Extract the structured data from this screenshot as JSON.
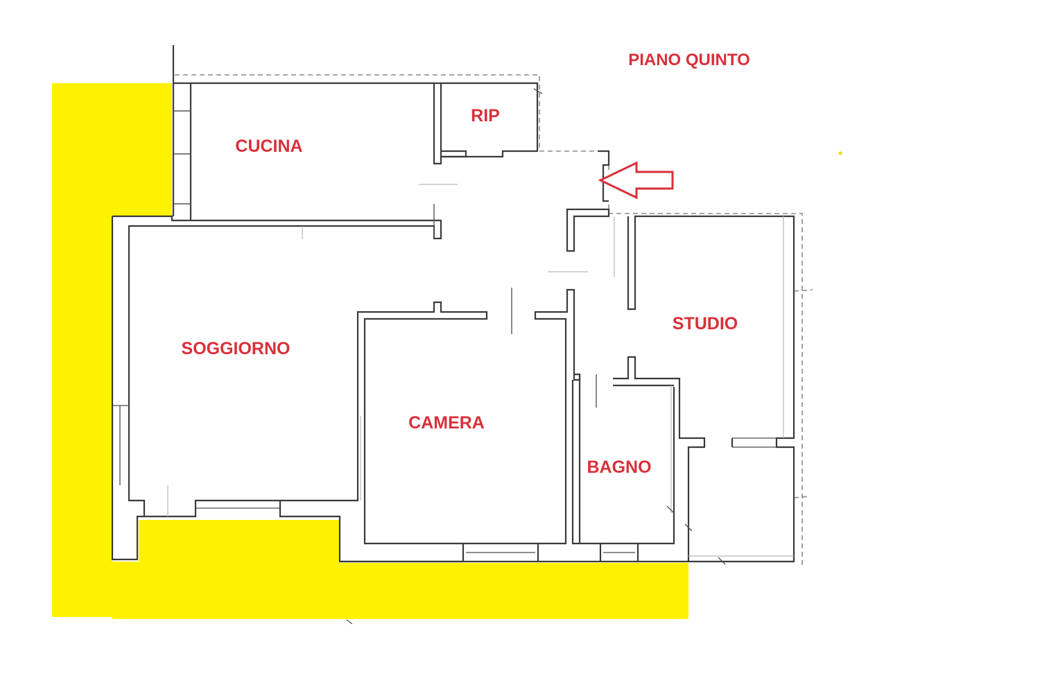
{
  "plan": {
    "title": "PIANO QUINTO",
    "rooms": [
      {
        "id": "cucina",
        "label": "CUCINA"
      },
      {
        "id": "rip",
        "label": "RIP"
      },
      {
        "id": "soggiorno",
        "label": "SOGGIORNO"
      },
      {
        "id": "camera",
        "label": "CAMERA"
      },
      {
        "id": "studio",
        "label": "STUDIO"
      },
      {
        "id": "bagno",
        "label": "BAGNO"
      }
    ],
    "terrace_color": "#fff200",
    "label_color": "#d9303a",
    "arrow_color": "#d9303a",
    "wall_color": "#3a3a3a"
  }
}
